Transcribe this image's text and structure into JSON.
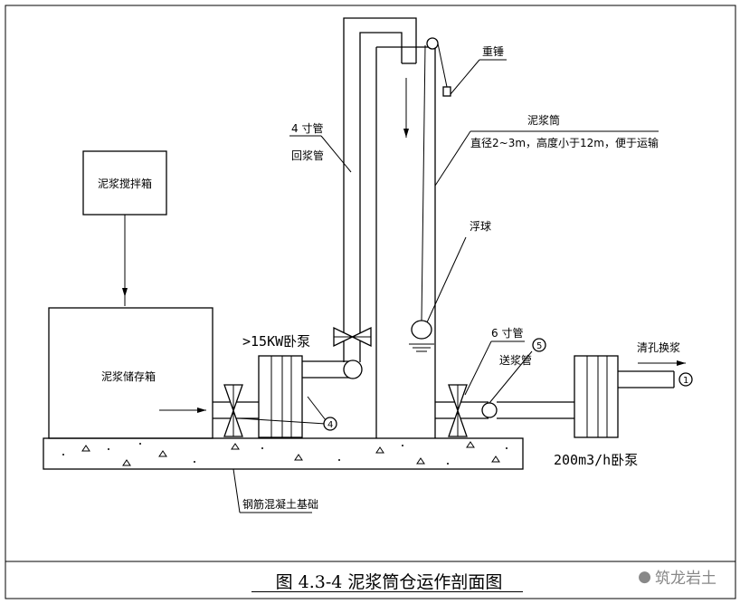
{
  "caption": "图 4.3-4 泥浆筒仓运作剖面图",
  "watermark": "筑龙岩土",
  "labels": {
    "mixer": "泥浆搅拌箱",
    "storage": "泥浆储存箱",
    "pipe4_size": "4 寸管",
    "pipe4_name": "回浆管",
    "pump15": ">15KW卧泵",
    "silo_name": "泥浆筒",
    "silo_spec": "直径2~3m，高度小于12m，便于运输",
    "weight": "重锤",
    "float_ball": "浮球",
    "pipe6_size": "6 寸管",
    "pipe6_name": "送浆管",
    "clean_slurry": "清孔换浆",
    "pump200": "200m3/h卧泵",
    "foundation": "钢筋混凝土基础",
    "mark1": "1",
    "mark4": "4",
    "mark5": "5"
  }
}
